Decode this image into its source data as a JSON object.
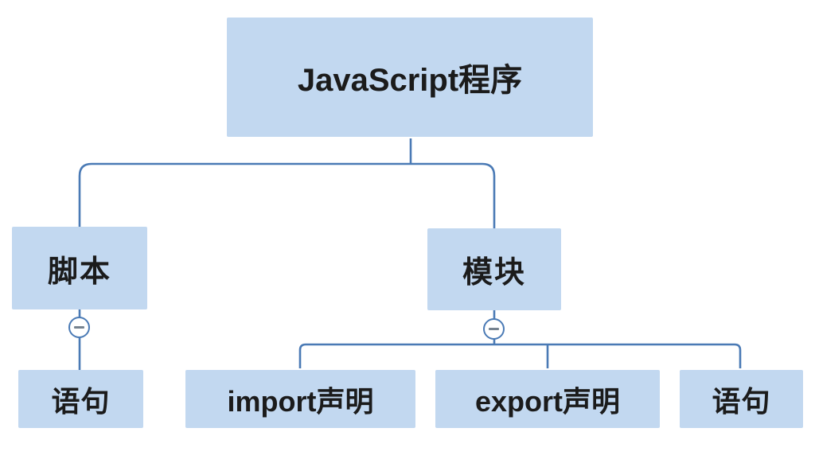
{
  "diagram": {
    "type": "tree",
    "tree": {
      "label": "JavaScript程序",
      "children": [
        {
          "label": "脚本",
          "collapse_icon": "minus",
          "children": [
            {
              "label": "语句"
            }
          ]
        },
        {
          "label": "模块",
          "collapse_icon": "minus",
          "children": [
            {
              "label": "import声明"
            },
            {
              "label": "export声明"
            },
            {
              "label": "语句"
            }
          ]
        }
      ]
    },
    "colors": {
      "background": "#ffffff",
      "node_fill": "#c2d8f0",
      "node_text": "#1b1b1b",
      "connector": "#4a7ab5",
      "toggle_border": "#4a7ab5",
      "toggle_fill": "#ffffff",
      "minus_glyph": "#75828f"
    }
  }
}
